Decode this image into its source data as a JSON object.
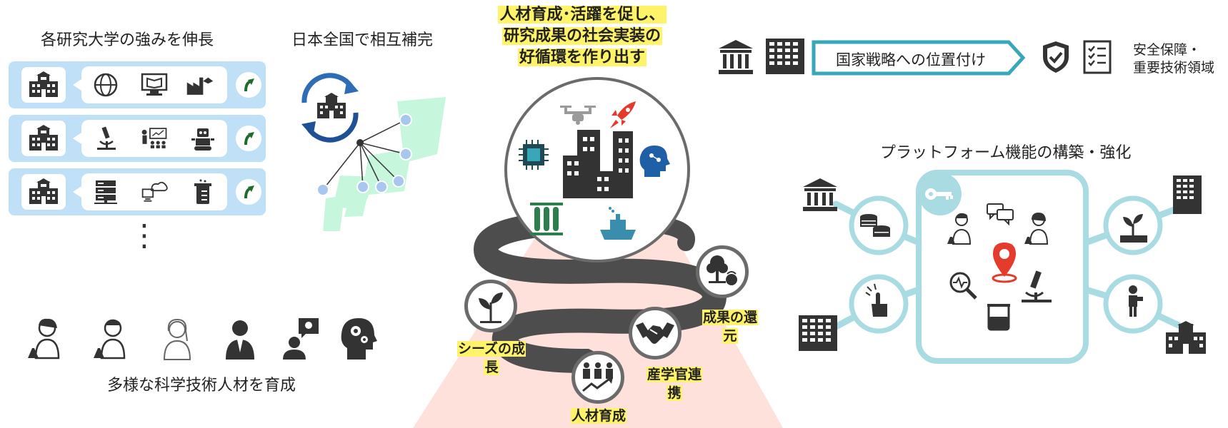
{
  "left": {
    "title": "各研究大学の強みを伸長",
    "ellipsis": "⋮"
  },
  "middle_left": {
    "title": "日本全国で相互補完"
  },
  "people": {
    "caption": "多様な科学技術人材を育成"
  },
  "center": {
    "title_line1": "人材育成･活躍を促し、",
    "title_line2": "研究成果の社会実装の",
    "title_line3": "好循環を作り出す",
    "labels": {
      "seeds_1": "シーズの成",
      "seeds_2": "長",
      "talent": "人材育成",
      "industry_1": "産学官連",
      "industry_2": "携",
      "return_1": "成果の還",
      "return_2": "元"
    }
  },
  "strategy": {
    "banner": "国家戦略への位置付け",
    "security_line1": "安全保障・",
    "security_line2": "重要技術領域"
  },
  "platform": {
    "title": "プラットフォーム機能の構築・強化"
  },
  "colors": {
    "row_bg": "#bfe0f6",
    "green_map": "#c6f6dc",
    "highlight": "#fff36a",
    "teal": "#3aa6b9",
    "light_teal": "#a9dbe3",
    "gray_dark": "#555555",
    "red": "#e53b2c",
    "pink": "#fde1da"
  }
}
